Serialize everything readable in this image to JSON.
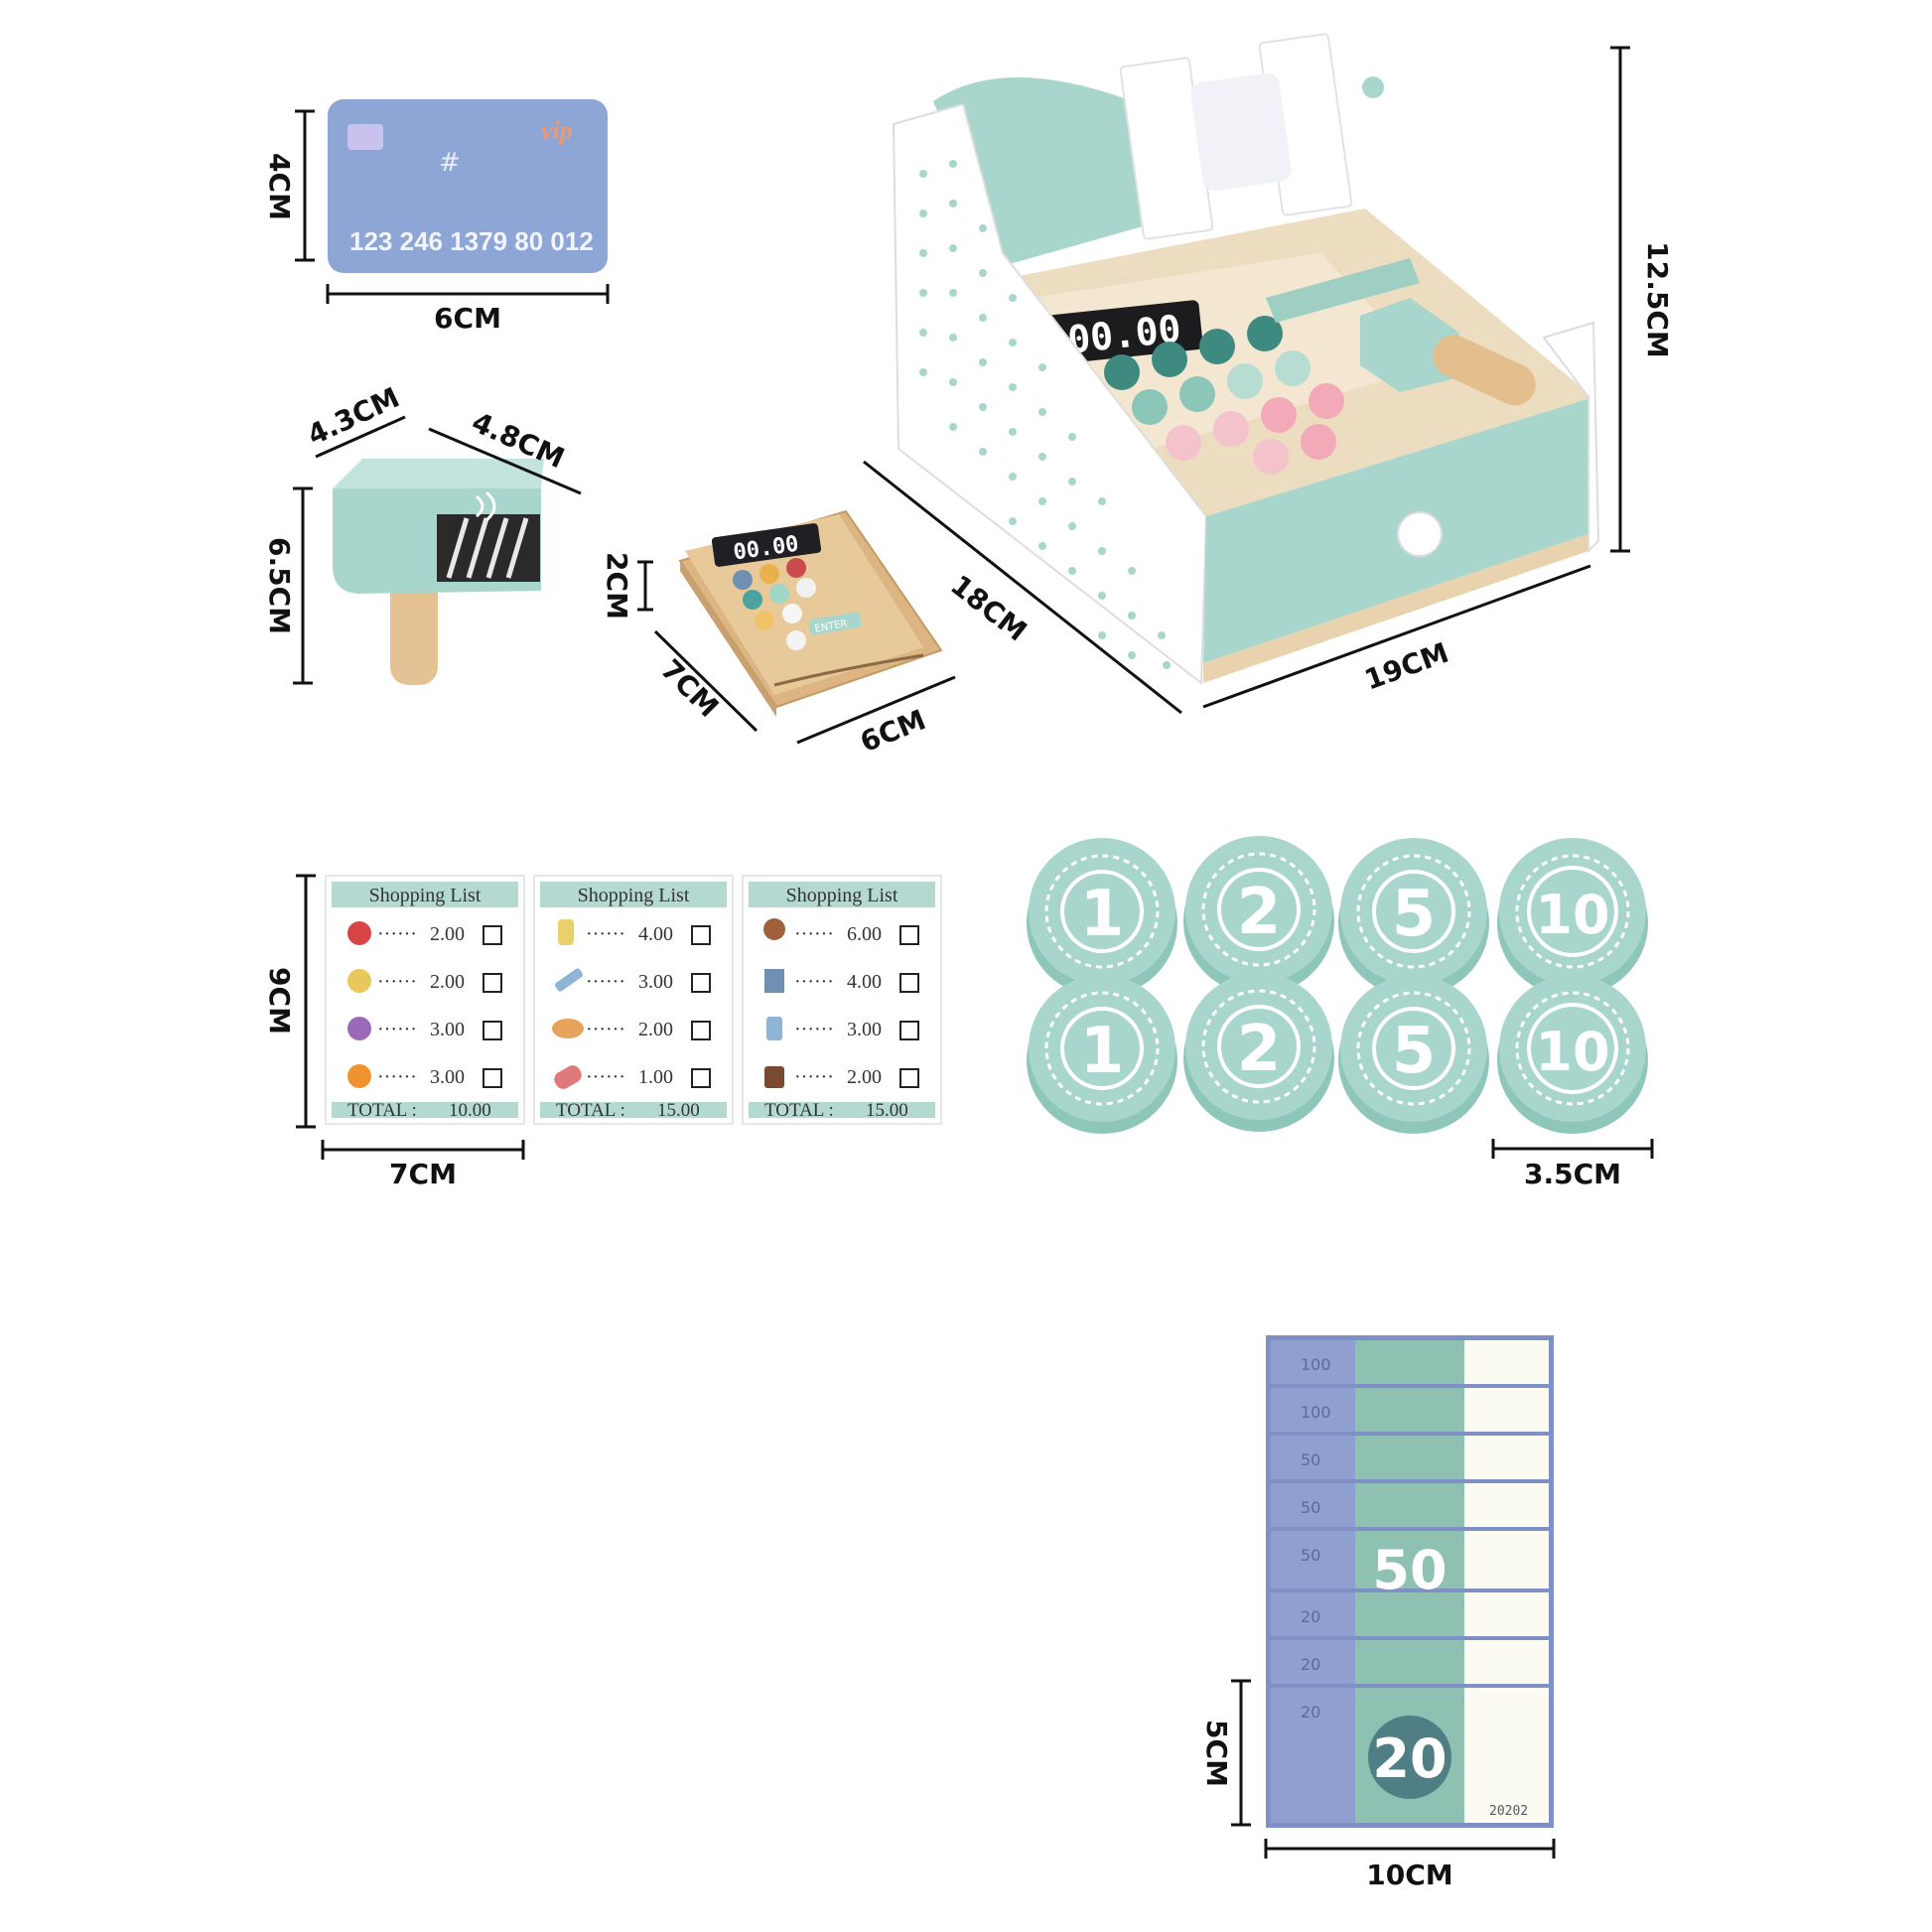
{
  "dimensions": {
    "card_height": "4CM",
    "card_width": "6CM",
    "scanner_depth": "4.3CM",
    "scanner_width": "4.8CM",
    "scanner_height": "6.5CM",
    "pos_thickness": "2CM",
    "pos_length": "7CM",
    "pos_width": "6CM",
    "register_depth": "18CM",
    "register_width": "19CM",
    "register_height": "12.5CM",
    "list_height": "9CM",
    "list_width": "7CM",
    "coin_diameter": "3.5CM",
    "note_height": "5CM",
    "note_width": "10CM"
  },
  "card": {
    "brand": "vip",
    "number": "123 246 1379 80 012"
  },
  "register": {
    "display": "00.00"
  },
  "pos": {
    "display": "00.00",
    "enter_key": "ENTER"
  },
  "shopping_lists": [
    {
      "title": "Shopping List",
      "prices": [
        "2.00",
        "2.00",
        "3.00",
        "3.00"
      ],
      "total_label": "TOTAL :",
      "total": "10.00"
    },
    {
      "title": "Shopping List",
      "prices": [
        "4.00",
        "3.00",
        "2.00",
        "1.00"
      ],
      "total_label": "TOTAL :",
      "total": "15.00"
    },
    {
      "title": "Shopping List",
      "prices": [
        "6.00",
        "4.00",
        "3.00",
        "2.00"
      ],
      "total_label": "TOTAL :",
      "total": "15.00"
    }
  ],
  "coins": [
    "1",
    "2",
    "5",
    "10",
    "1",
    "2",
    "5",
    "10"
  ],
  "banknotes": {
    "stack_values": [
      "100",
      "100",
      "50",
      "50",
      "50",
      "20",
      "20",
      "20"
    ],
    "partial_big_value": "50",
    "front_big_value": "20",
    "serial": "20202"
  },
  "colors": {
    "mint": "#a9d6cc",
    "mint_dark": "#7fbcae",
    "card_blue": "#8ea6d6",
    "wood": "#e8c99a",
    "note_blue": "#7f90c4",
    "note_green": "#8fc1b2"
  }
}
